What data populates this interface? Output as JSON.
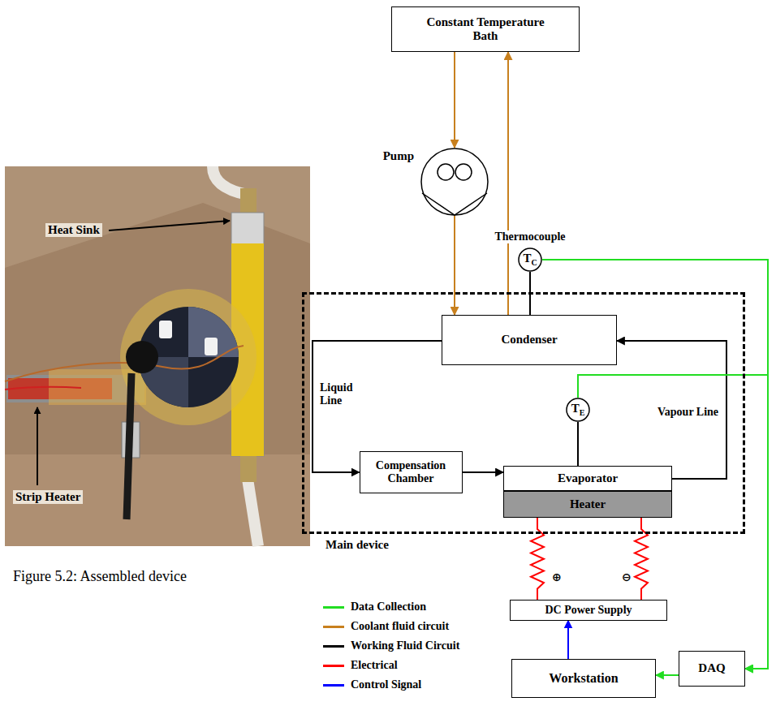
{
  "diagram": {
    "caption": "Figure 5.2: Assembled device",
    "nodes": [
      {
        "text": [
          "Constant Temperature Bath"
        ]
      },
      {
        "text": [
          "Pump"
        ]
      },
      {
        "text": [
          "Thermocouple",
          "T",
          "C"
        ]
      },
      {
        "text": [
          "Main device"
        ]
      },
      {
        "text": [
          "Condenser"
        ],
        "in": 3
      },
      {
        "text": [
          "T",
          "E"
        ],
        "in": 3
      },
      {
        "text": [
          "Compensation Chamber"
        ],
        "in": 3
      },
      {
        "text": [
          "Evaporator"
        ],
        "in": 3
      },
      {
        "text": [
          "Heater"
        ],
        "in": 3
      },
      {
        "text": [
          "DC Power Supply"
        ]
      },
      {
        "text": [
          "Workstation"
        ]
      },
      {
        "text": [
          "DAQ"
        ]
      }
    ],
    "edges": [
      {
        "from": 0,
        "to": 1,
        "arrow": "to"
      },
      {
        "from": 1,
        "to": 4,
        "arrow": "to"
      },
      {
        "from": 4,
        "to": 0,
        "arrow": "to"
      },
      {
        "from": 2,
        "to": 4,
        "arrow": "none"
      },
      {
        "from": 2,
        "to": 11,
        "arrow": "to"
      },
      {
        "from": 4,
        "to": 6,
        "label": "Liquid Line",
        "arrow": "to"
      },
      {
        "from": 6,
        "to": 7,
        "arrow": "to"
      },
      {
        "from": 7,
        "to": 4,
        "label": "Vapour Line",
        "arrow": "to"
      },
      {
        "from": 5,
        "to": 7,
        "arrow": "none"
      },
      {
        "from": 5,
        "to": 11,
        "arrow": "to"
      },
      {
        "from": 8,
        "to": 9,
        "label": "⊕",
        "arrow": "none"
      },
      {
        "from": 8,
        "to": 9,
        "label": "⊖",
        "arrow": "none"
      },
      {
        "from": 10,
        "to": 9,
        "arrow": "to"
      },
      {
        "from": 11,
        "to": 10,
        "arrow": "to"
      }
    ],
    "labels": [
      "Heat Sink",
      "Strip Heater"
    ],
    "legend": [
      {
        "text": "Data Collection",
        "color": "#22dd22"
      },
      {
        "text": "Coolant fluid circuit",
        "color": "#c8801e"
      },
      {
        "text": "Working Fluid Circuit",
        "color": "#000000"
      },
      {
        "text": "Electrical",
        "color": "#ff0000"
      },
      {
        "text": "Control Signal",
        "color": "#0000ff"
      }
    ]
  }
}
